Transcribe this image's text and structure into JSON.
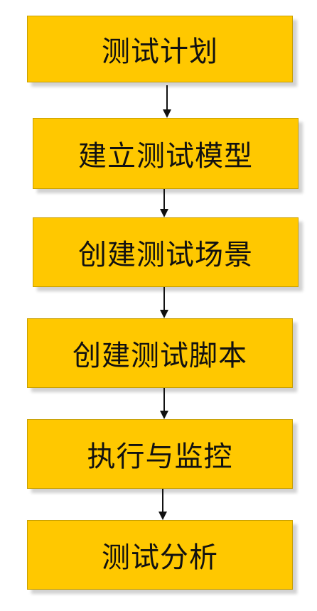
{
  "diagram": {
    "steps": [
      {
        "label": "测试计划"
      },
      {
        "label": "建立测试模型"
      },
      {
        "label": "创建测试场景"
      },
      {
        "label": "创建测试脚本"
      },
      {
        "label": "执行与监控"
      },
      {
        "label": "测试分析"
      }
    ],
    "colors": {
      "box_fill": "#FFC800",
      "text": "#111111",
      "arrow": "#111111"
    }
  }
}
